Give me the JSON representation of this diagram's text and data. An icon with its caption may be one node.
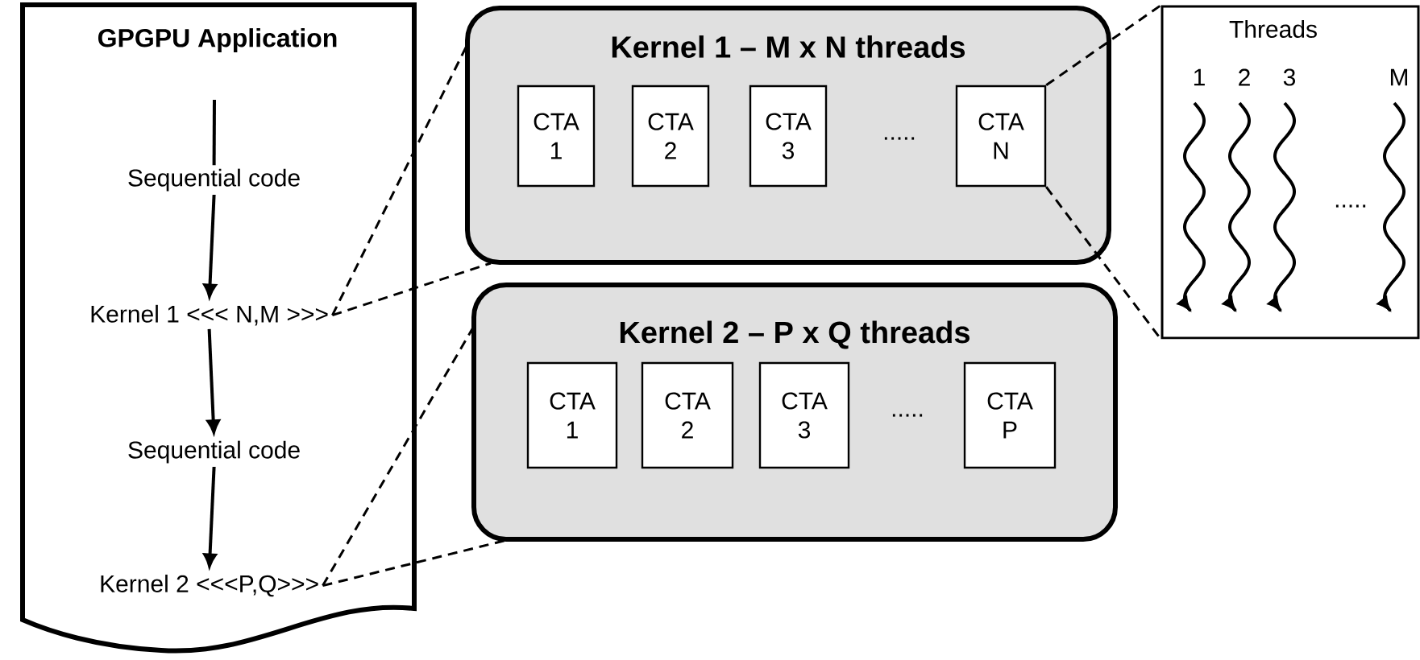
{
  "diagram": {
    "nodes": [
      {
        "text": [
          "GPGPU Application"
        ]
      },
      {
        "text": [
          "Sequential code"
        ],
        "in": 0
      },
      {
        "text": [
          "Kernel 1 <<< N,M >>>"
        ],
        "in": 0
      },
      {
        "text": [
          "Sequential code"
        ],
        "in": 0
      },
      {
        "text": [
          "Kernel 2 <<<P,Q>>>"
        ],
        "in": 0
      },
      {
        "text": [
          "Kernel 1 – M x N threads"
        ]
      },
      {
        "text": [
          "CTA 1"
        ],
        "in": 5
      },
      {
        "text": [
          "CTA 2"
        ],
        "in": 5
      },
      {
        "text": [
          "CTA 3"
        ],
        "in": 5
      },
      {
        "text": [
          "CTA N"
        ],
        "in": 5
      },
      {
        "text": [
          "Kernel 2 – P x Q threads"
        ]
      },
      {
        "text": [
          "CTA 1"
        ],
        "in": 10
      },
      {
        "text": [
          "CTA 2"
        ],
        "in": 10
      },
      {
        "text": [
          "CTA 3"
        ],
        "in": 10
      },
      {
        "text": [
          "CTA P"
        ],
        "in": 10
      },
      {
        "text": [
          "Threads"
        ]
      }
    ],
    "edges": [
      {
        "from": null,
        "to": 1,
        "arrow": "none"
      },
      {
        "from": 1,
        "to": 2,
        "arrow": "to"
      },
      {
        "from": 2,
        "to": 3,
        "arrow": "to"
      },
      {
        "from": 3,
        "to": 4,
        "arrow": "to"
      },
      {
        "from": 2,
        "to": 5,
        "arrow": "none",
        "style": "dashed"
      },
      {
        "from": 2,
        "to": 5,
        "arrow": "none",
        "style": "dashed"
      },
      {
        "from": 4,
        "to": 10,
        "arrow": "none",
        "style": "dashed"
      },
      {
        "from": 4,
        "to": 10,
        "arrow": "none",
        "style": "dashed"
      },
      {
        "from": 9,
        "to": 15,
        "arrow": "none",
        "style": "dashed"
      },
      {
        "from": 9,
        "to": 15,
        "arrow": "none",
        "style": "dashed"
      }
    ],
    "labels": [
      "1",
      "2",
      "3",
      "M",
      ".....",
      ".....",
      "....."
    ]
  }
}
